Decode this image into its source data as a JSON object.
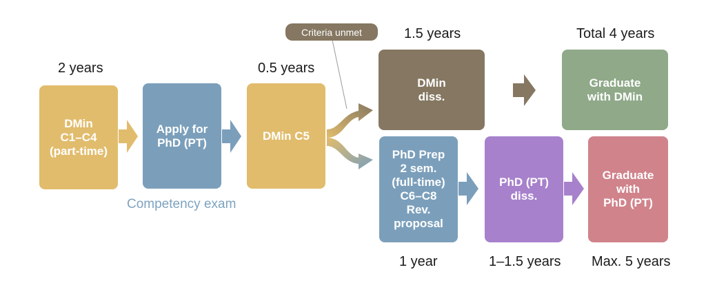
{
  "colors": {
    "gold": "#e1bc6c",
    "steel_blue": "#7b9fbb",
    "taupe": "#857761",
    "sage": "#8fa989",
    "lavender": "#a781cc",
    "rose": "#d0838b",
    "competency_text": "#7ea3c0"
  },
  "durations": {
    "d1": "2 years",
    "d2": "0.5 years",
    "d3": "1.5 years",
    "d4": "Total 4 years",
    "d5": "1 year",
    "d6": "1–1.5 years",
    "d7": "Max. 5 years"
  },
  "boxes": {
    "dmin_c1c4": "DMin\nC1–C4\n(part-time)",
    "apply_phd": "Apply for\nPhD (PT)",
    "dmin_c5": "DMin C5",
    "dmin_diss": "DMin\ndiss.",
    "grad_dmin": "Graduate\nwith DMin",
    "phd_prep": "PhD Prep\n2 sem.\n(full-time)\nC6–C8\nRev.\nproposal",
    "phd_diss": "PhD (PT)\ndiss.",
    "grad_phd": "Graduate\nwith\nPhD (PT)"
  },
  "competency_exam": "Competency exam",
  "criteria_unmet": "Criteria unmet"
}
